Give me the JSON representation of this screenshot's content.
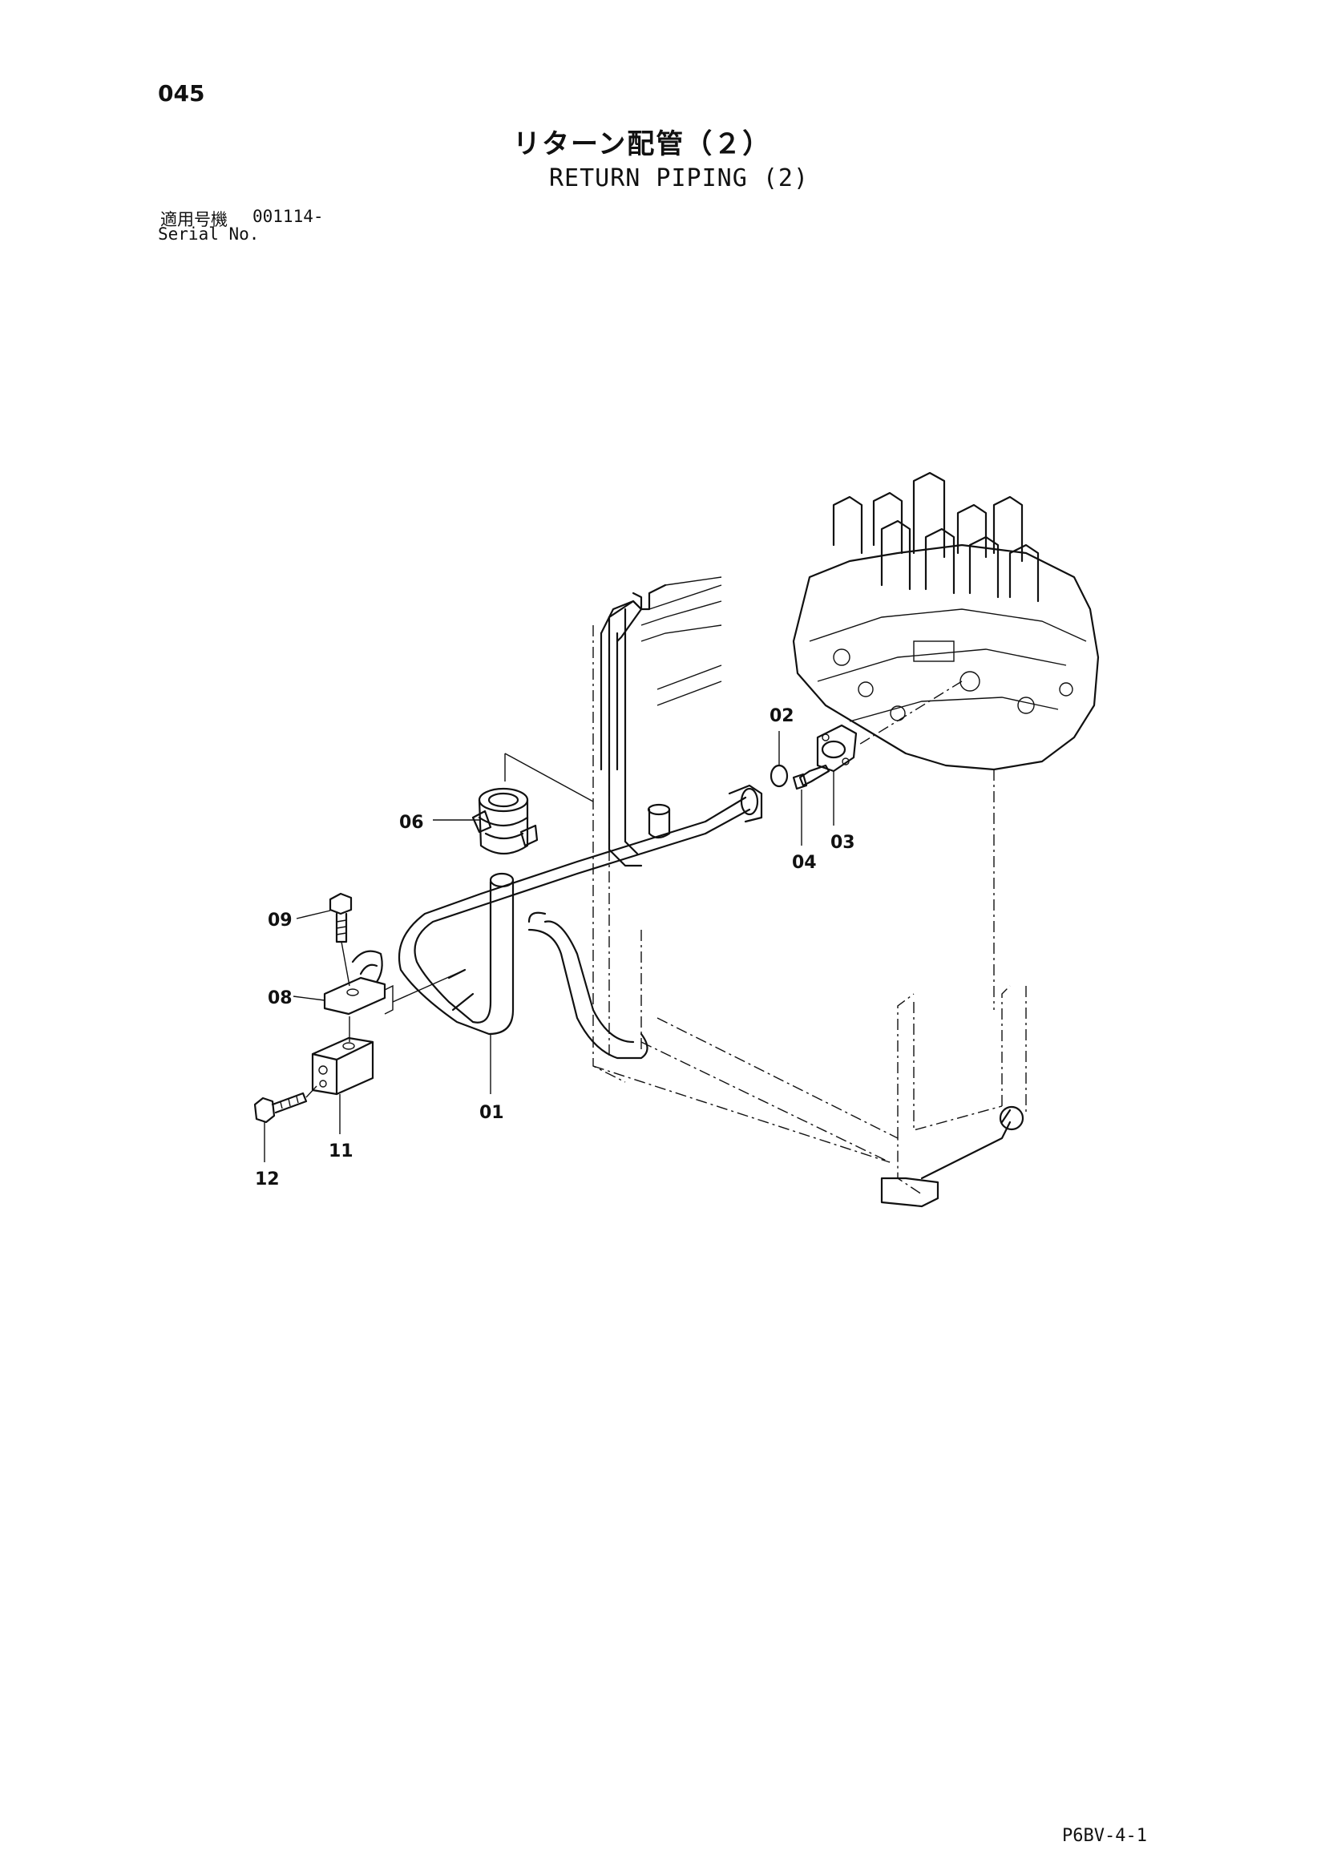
{
  "page": {
    "number": "045",
    "title_jp": "リターン配管（２）",
    "title_en": "RETURN PIPING (2)",
    "serial_label_jp": "適用号機",
    "serial_value": "001114-",
    "serial_label_en": "Serial No.",
    "doc_code": "P6BV-4-1"
  },
  "callouts": {
    "c01": "01",
    "c02": "02",
    "c03": "03",
    "c04": "04",
    "c06": "06",
    "c08": "08",
    "c09": "09",
    "c11": "11",
    "c12": "12"
  }
}
